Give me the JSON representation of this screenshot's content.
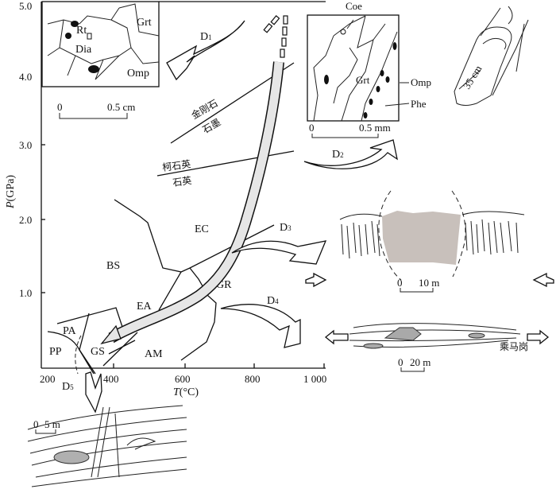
{
  "axes": {
    "x_label_var": "T",
    "x_label_unit": "(°C)",
    "y_label_var": "P",
    "y_label_unit": "(GPa)",
    "x_ticks": [
      "200",
      "400",
      "600",
      "800",
      "1 000"
    ],
    "y_ticks": [
      "5.0",
      "4.0",
      "3.0",
      "2.0",
      "1.0"
    ]
  },
  "facies": {
    "bs": "BS",
    "ec": "EC",
    "gr": "GR",
    "ea": "EA",
    "am": "AM",
    "pa": "PA",
    "pp": "PP",
    "gs": "GS"
  },
  "reactions": {
    "diamond": "金刚石",
    "graphite": "石墨",
    "coesite": "柯石英",
    "quartz": "石英"
  },
  "deformation": {
    "d1": "D",
    "d2": "D",
    "d3": "D",
    "d4": "D",
    "d5": "D",
    "s1": "1",
    "s2": "2",
    "s3": "3",
    "s4": "4",
    "s5": "5"
  },
  "inset_left": {
    "minerals": [
      "Rt",
      "Dia",
      "Grt",
      "Omp"
    ],
    "scale_0": "0",
    "scale_end": "0.5 cm"
  },
  "inset_right": {
    "minerals": [
      "Coe",
      "Grt",
      "Omp",
      "Phe"
    ],
    "scale_0": "0",
    "scale_end": "0.5 mm"
  },
  "fold_sketch": {
    "scale": "35 cm"
  },
  "outcrop_boudin": {
    "scale_0": "0",
    "scale_end": "10 m"
  },
  "outcrop_lens": {
    "scale_0": "0",
    "scale_end": "20 m",
    "locality": "乘马岗"
  },
  "outcrop_bottom": {
    "scale_0": "0",
    "scale_end": "5 m"
  },
  "colors": {
    "path_fill": "#e6e6e6",
    "block_fill": "#c8c0bb",
    "lens_fill": "#a9a9a9"
  }
}
